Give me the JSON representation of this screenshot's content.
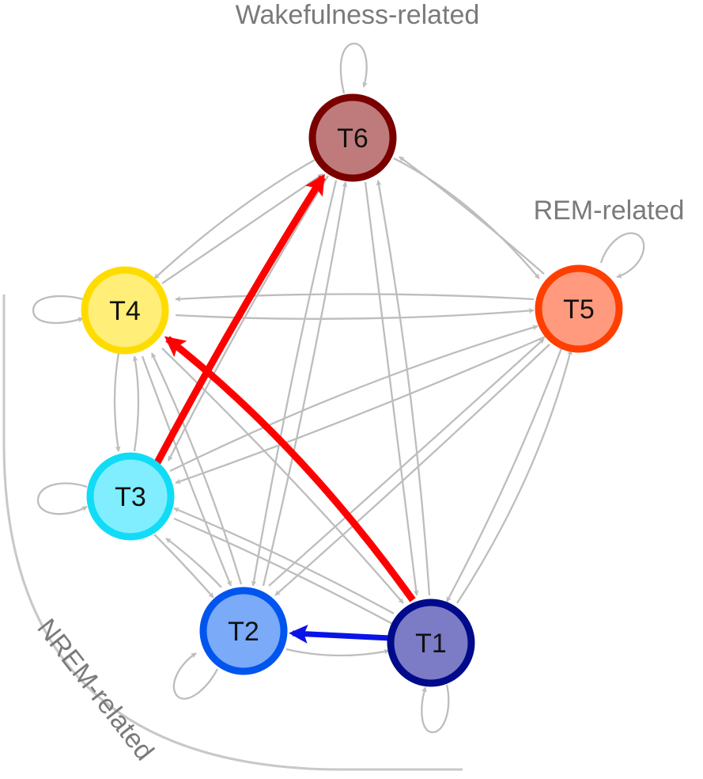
{
  "diagram": {
    "group_labels": {
      "wake": "Wakefulness-related",
      "rem": "REM-related",
      "nrem": "NREM-related"
    },
    "colors": {
      "gray_edge": "#bdbdbd",
      "highlight_red": "#ff0000",
      "highlight_blue": "#0a14e6",
      "bracket": "#c8c8c8"
    },
    "nodes": [
      {
        "id": "T1",
        "label": "T1",
        "fill": "#7b7bc6",
        "stroke": "#000a8a"
      },
      {
        "id": "T2",
        "label": "T2",
        "fill": "#7aaaf8",
        "stroke": "#0055ee"
      },
      {
        "id": "T3",
        "label": "T3",
        "fill": "#80eeff",
        "stroke": "#10dcf6"
      },
      {
        "id": "T4",
        "label": "T4",
        "fill": "#ffee77",
        "stroke": "#ffdc00"
      },
      {
        "id": "T5",
        "label": "T5",
        "fill": "#ff9a7e",
        "stroke": "#ff3f00"
      },
      {
        "id": "T6",
        "label": "T6",
        "fill": "#bf7b7b",
        "stroke": "#7a0000"
      }
    ],
    "highlighted_edges": [
      {
        "from": "T3",
        "to": "T6",
        "color": "red"
      },
      {
        "from": "T1",
        "to": "T4",
        "color": "red"
      },
      {
        "from": "T1",
        "to": "T2",
        "color": "blue"
      }
    ]
  }
}
